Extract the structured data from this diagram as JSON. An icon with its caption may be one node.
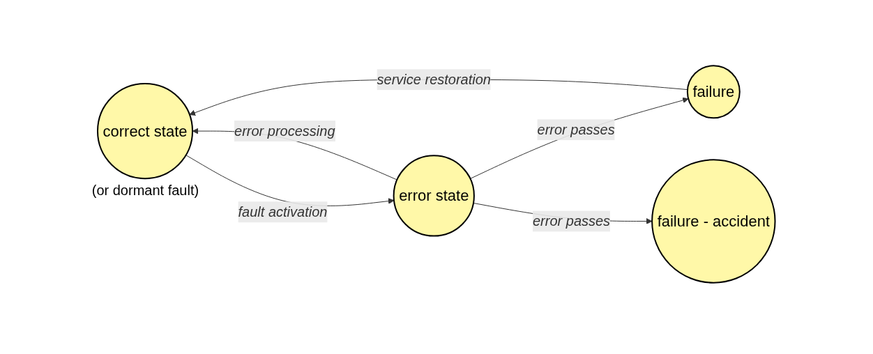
{
  "diagram": {
    "nodes": [
      {
        "text": [
          "correct state"
        ],
        "beside": [
          "(or dormant fault)"
        ]
      },
      {
        "text": [
          "error state"
        ]
      },
      {
        "text": [
          "failure"
        ]
      },
      {
        "text": [
          "failure - accident"
        ]
      }
    ],
    "edges": [
      {
        "from": 0,
        "to": 1,
        "arrow": "to",
        "label": "fault activation"
      },
      {
        "from": 1,
        "to": 0,
        "arrow": "to",
        "label": "error processing"
      },
      {
        "from": 1,
        "to": 2,
        "arrow": "to",
        "label": "error passes"
      },
      {
        "from": 1,
        "to": 3,
        "arrow": "to",
        "label": "error passes"
      },
      {
        "from": 2,
        "to": 0,
        "arrow": "to",
        "label": "service restoration"
      }
    ]
  }
}
